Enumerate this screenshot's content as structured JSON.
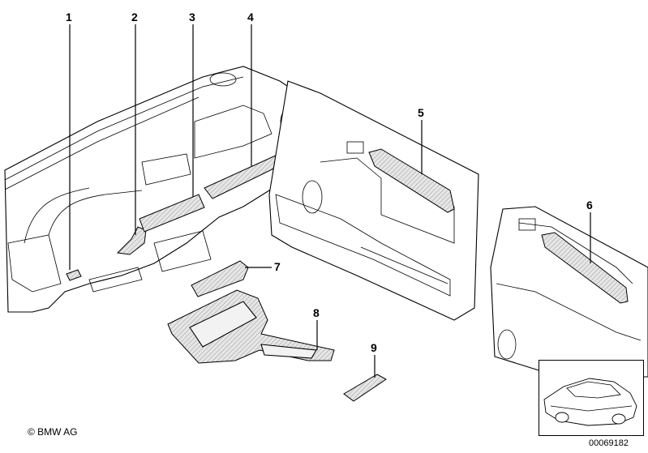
{
  "callouts": [
    {
      "id": "1",
      "label": "1"
    },
    {
      "id": "2",
      "label": "2"
    },
    {
      "id": "3",
      "label": "3"
    },
    {
      "id": "4",
      "label": "4"
    },
    {
      "id": "5",
      "label": "5"
    },
    {
      "id": "6",
      "label": "6"
    },
    {
      "id": "7",
      "label": "7"
    },
    {
      "id": "8",
      "label": "8"
    },
    {
      "id": "9",
      "label": "9"
    }
  ],
  "footer": {
    "copyright": "© BMW AG",
    "reference_number": "00069182"
  }
}
